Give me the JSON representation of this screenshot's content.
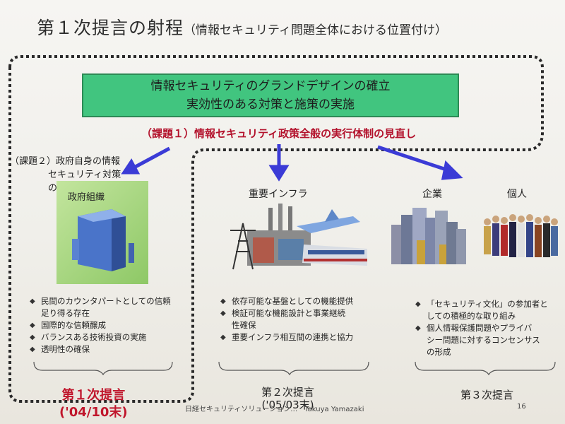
{
  "slide": {
    "title_main": "第１次提言の射程",
    "title_sub": "（情報セキュリティ問題全体における位置付け）"
  },
  "grand_design": {
    "line1": "情報セキュリティのグランドデザインの確立",
    "line2": "実効性のある対策と施策の実施"
  },
  "issue1": "（課題１）情報セキュリティ政策全般の実行体制の見直し",
  "issue2": {
    "line1": "（課題２）政府自身の情報",
    "line2": "セキュリティ対策",
    "line3": "の強化"
  },
  "sectors": {
    "government": {
      "label": "政府組織",
      "bullets": [
        "民間のカウンタパートとしての信頼",
        "足り得る存在",
        "国際的な信頼醸成",
        "バランスある技術投資の実施",
        "透明性の確保"
      ]
    },
    "infrastructure": {
      "label": "重要インフラ",
      "bullets": [
        "依存可能な基盤としての機能提供",
        "検証可能な機能設計と事業継続",
        "性確保",
        "重要インフラ相互間の連携と協力"
      ]
    },
    "enterprise": {
      "label": "企業"
    },
    "individual": {
      "label": "個人"
    },
    "enterprise_individual_bullets": [
      "「セキュリティ文化」の参加者と",
      "しての積極的な取り組み",
      "個人情報保護問題やプライバ",
      "シー問題に対するコンセンサス",
      "の形成"
    ]
  },
  "proposals": {
    "first": {
      "label": "第１次提言",
      "date": "('04/10末)"
    },
    "second": {
      "label": "第２次提言",
      "date": "('05/03末)"
    },
    "third": {
      "label": "第３次提言"
    }
  },
  "footer": {
    "text": "日経セキュリティソリューション…　Takuya Yamazaki",
    "page": "16"
  },
  "colors": {
    "green_box": "#41c57f",
    "arrow": "#3b3bd6",
    "issue_red": "#b3122c",
    "dash": "#2a2a2a"
  }
}
